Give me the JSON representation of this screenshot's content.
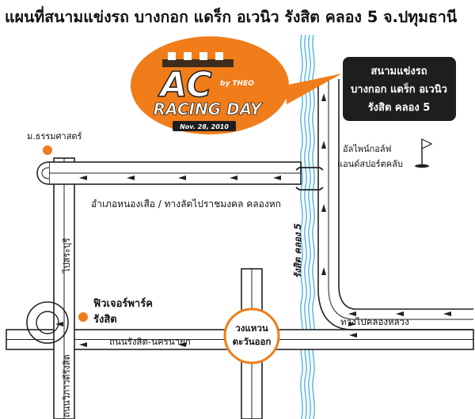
{
  "title": "แผนที่สนามแข่งรถ บางกอก แดร็ก อเวนิว  รังสิต คลอง 5  จ.ปทุมธานี",
  "logo": {
    "brand": "AC",
    "by": "by THEO",
    "event": "RACING DAY",
    "date": "Nov. 28, 2010"
  },
  "destination": {
    "line1": "สนามแข่งรถ",
    "line2": "บางกอก แดร็ก อเวนิว",
    "line3": "รังสิต คลอง 5"
  },
  "places": {
    "university": "ม.ธรรมศาสตร์",
    "future_park_line1": "ฟิวเจอร์พาร์ค",
    "future_park_line2": "รังสิต",
    "roundabout_line1": "วงแหวน",
    "roundabout_line2": "ตะวันออก",
    "golf_line1": "อัลไพน์กอล์ฟ",
    "golf_line2": "แอนด์สปอร์ตคลับ"
  },
  "roads": {
    "nonghuasuea": "อำเภอหนองเสือ / ทางลัดไปราชมงคล คลองหก",
    "rangsit_nakhonnayok": "ถนนรังสิต-นครนายก",
    "phahonyothin": "ไปสระบุรี",
    "vibhavadi": "ถนนวิภาวดีรังสิต",
    "khlong5": "รังสิต คลอง 5",
    "to_khlong_luang": "ทางไปคลองหลวง"
  },
  "colors": {
    "orange": "#f07d1a",
    "water": "#3fb0de",
    "dark": "#1e1e1e",
    "text": "#111111"
  }
}
